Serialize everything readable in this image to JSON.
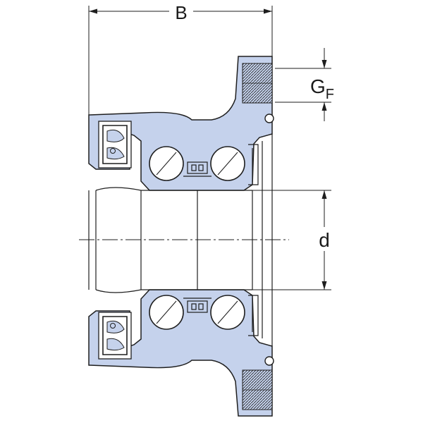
{
  "labels": {
    "width": "B",
    "flange_thread": "G",
    "flange_thread_sub": "F",
    "bore": "d"
  },
  "colors": {
    "part_fill": "#c5d2ec",
    "outline": "#1e1e1e",
    "background": "#ffffff"
  }
}
